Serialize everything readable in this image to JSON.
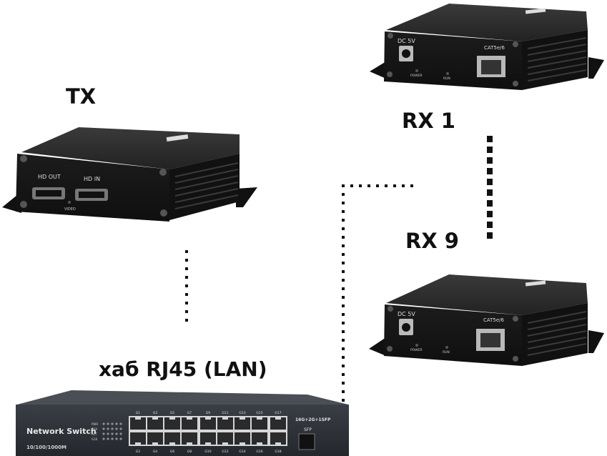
{
  "labels": {
    "tx": "TX",
    "rx1": "RX 1",
    "rx9": "RX 9",
    "hub": "хаб RJ45 (LAN)"
  },
  "tx_device": {
    "port_hdout": "HD OUT",
    "port_hdin": "HD IN",
    "led_video": "VIDEO"
  },
  "rx_device": {
    "dc": "DC 5V",
    "cat": "CAT5e/6",
    "power": "POWER",
    "run": "RUN"
  },
  "switch_device": {
    "brand": "Network Switch",
    "speed": "10/100/1000M",
    "model": "16G+2G+1SFP",
    "sfp": "SFP",
    "top_ports": [
      "G1",
      "G3",
      "G5",
      "G7",
      "G9",
      "G11",
      "G13",
      "G15",
      "G17"
    ],
    "bottom_ports": [
      "G2",
      "G4",
      "G6",
      "G8",
      "G10",
      "G12",
      "G14",
      "G16",
      "G18"
    ],
    "led_labels": [
      "PWR",
      "FDX",
      "ACT",
      "G16"
    ]
  },
  "colors": {
    "body": "#1e1e1e",
    "body_top": "#2c2c2c",
    "face": "#151515",
    "dots": "#111111",
    "switch_face": "#2a2d33"
  }
}
